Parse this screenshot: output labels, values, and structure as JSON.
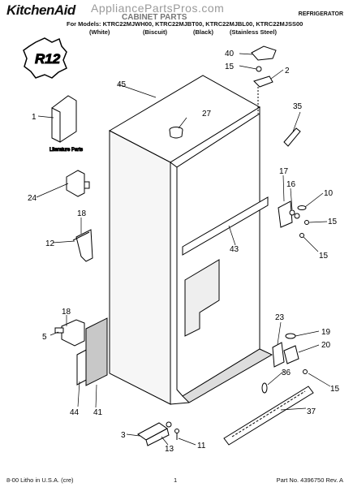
{
  "header": {
    "brand": "KitchenAid",
    "watermark": "AppliancePartsPros.com",
    "section_title": "CABINET PARTS",
    "category": "REFRIGERATOR",
    "models_line": "For Models: KTRC22MJWH00, KTRC22MJBT00, KTRC22MJBL00, KTRC22MJSS00",
    "colors": [
      "(White)",
      "(Biscuit)",
      "(Black)",
      "(Stainless Steel)"
    ]
  },
  "logo_text": "R12",
  "literature_label": "Literature Parts",
  "callouts": [
    "1",
    "2",
    "3",
    "5",
    "10",
    "11",
    "12",
    "13",
    "15",
    "15",
    "15",
    "15",
    "16",
    "17",
    "18",
    "18",
    "19",
    "20",
    "23",
    "24",
    "27",
    "35",
    "36",
    "37",
    "40",
    "41",
    "43",
    "44",
    "45"
  ],
  "footer": {
    "left": "8-00 Litho in U.S.A. (cre)",
    "center": "1",
    "right": "Part No. 4396750 Rev. A"
  }
}
